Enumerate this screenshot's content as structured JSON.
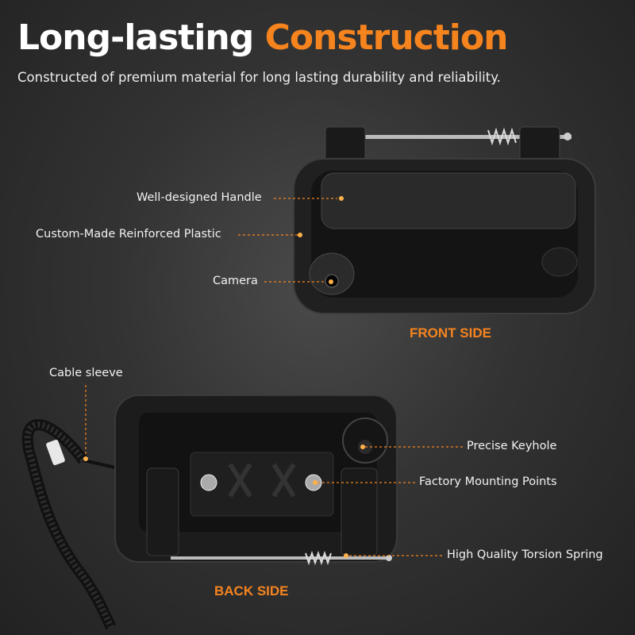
{
  "header": {
    "title_part1": "Long-lasting",
    "title_part2": "Construction",
    "subtitle": "Constructed of premium material for long lasting durability and reliability."
  },
  "front": {
    "side_label": "FRONT SIDE",
    "callouts": [
      "Well-designed Handle",
      "Custom-Made Reinforced Plastic",
      "Camera"
    ]
  },
  "back": {
    "side_label": "BACK SIDE",
    "callouts": [
      "Cable sleeve",
      "Precise Keyhole",
      "Factory Mounting Points",
      "High Quality Torsion Spring"
    ]
  },
  "colors": {
    "accent": "#f5841f",
    "background": "#333333"
  }
}
